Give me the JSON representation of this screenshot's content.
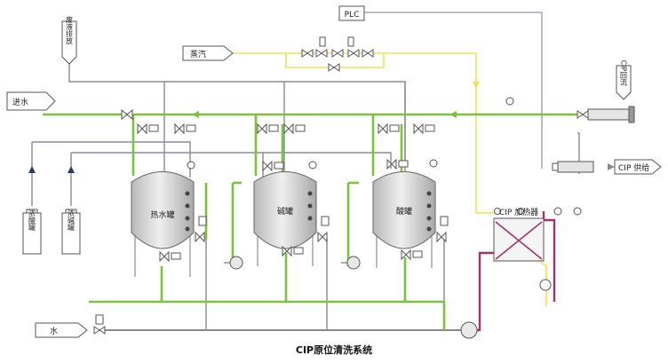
{
  "labels": {
    "plc": "PLC",
    "steam": "蒸汽",
    "water_in": "进水",
    "waste_acid": "废液排放",
    "cip_return": "CIP回流",
    "cip_supply": "CIP 供给",
    "heater": "CIP 加热器",
    "conc_acid": "浓酸罐",
    "conc_alkali": "浓碱罐",
    "hot_tank": "热水罐",
    "alkali_tank": "碱罐",
    "acid_tank": "酸罐",
    "water": "水",
    "caption": "CIP原位清洗系统"
  },
  "colors": {
    "green": "#7cc23e",
    "gray": "#8a8a8a",
    "purple": "#9c8fc0",
    "yellow": "#f2e24a",
    "magenta": "#a0326e",
    "tank_fill": "#d4d4d4"
  }
}
